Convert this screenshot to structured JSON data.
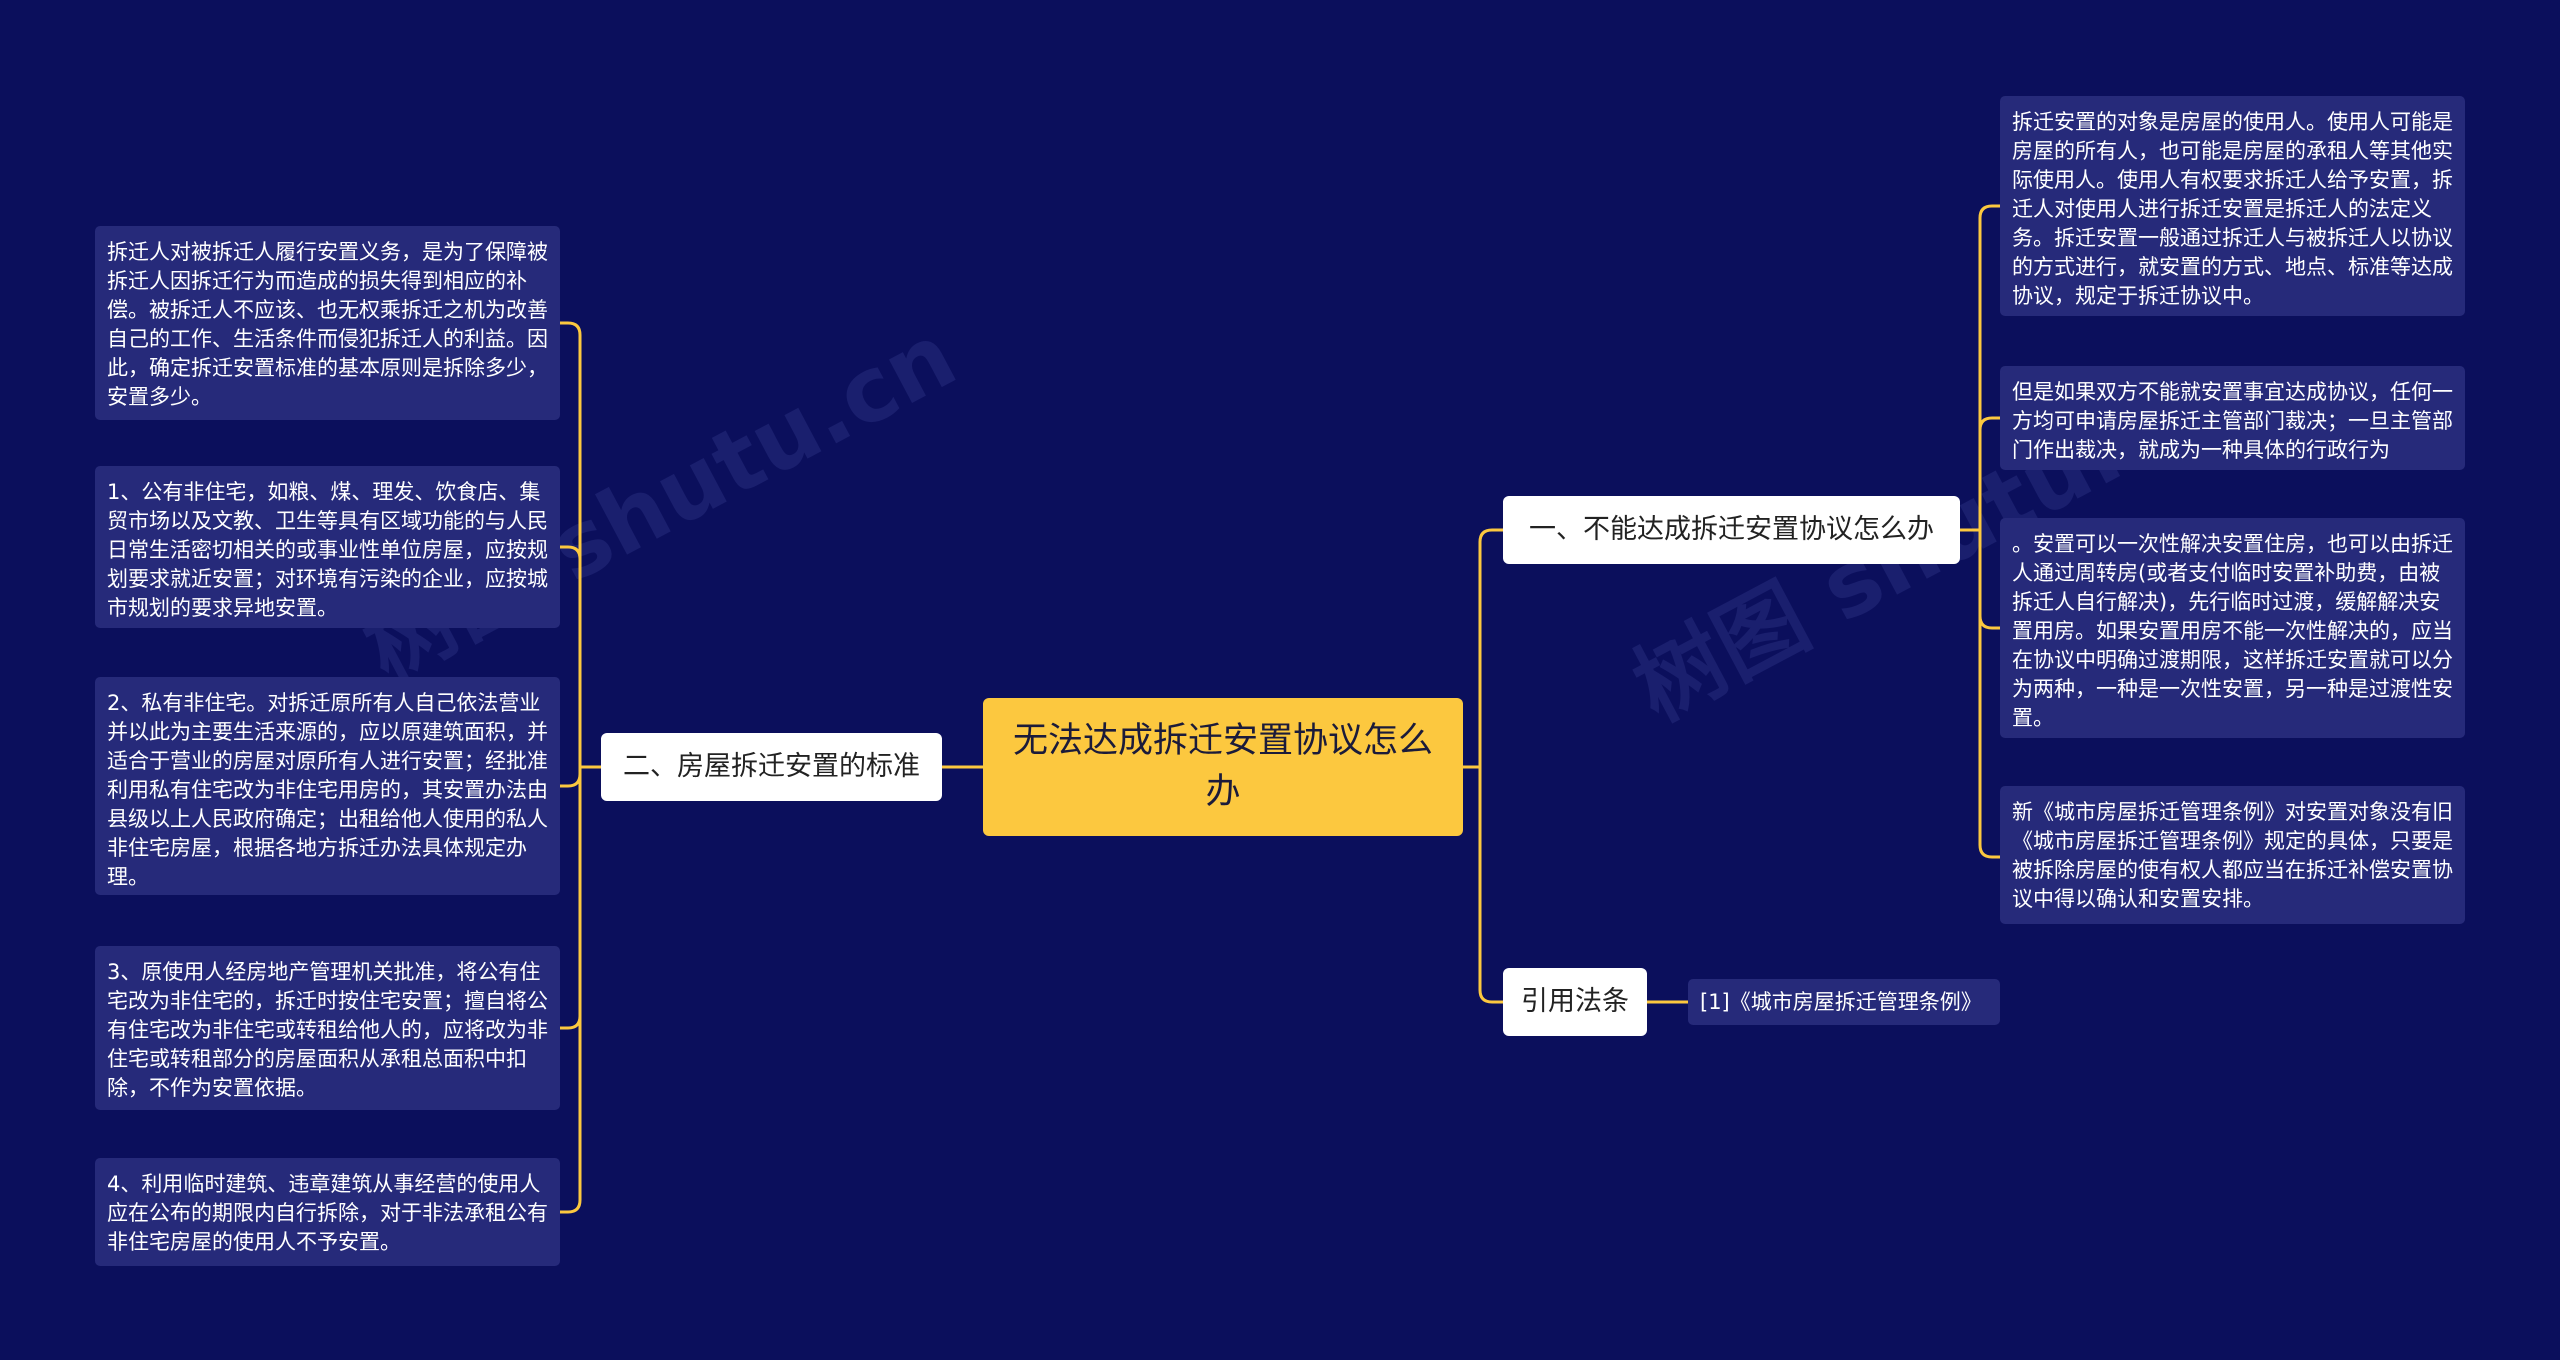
{
  "root": {
    "title": "无法达成拆迁安置协议怎么办"
  },
  "branches": {
    "b1": {
      "label": "一、不能达成拆迁安置协议怎么办"
    },
    "b2": {
      "label": "二、房屋拆迁安置的标准"
    },
    "b3": {
      "label": "引用法条"
    }
  },
  "leaves": {
    "r1": "拆迁安置的对象是房屋的使用人。使用人可能是房屋的所有人，也可能是房屋的承租人等其他实际使用人。使用人有权要求拆迁人给予安置，拆迁人对使用人进行拆迁安置是拆迁人的法定义务。拆迁安置一般通过拆迁人与被拆迁人以协议的方式进行，就安置的方式、地点、标准等达成协议，规定于拆迁协议中。",
    "r2": "但是如果双方不能就安置事宜达成协议，任何一方均可申请房屋拆迁主管部门裁决；一旦主管部门作出裁决，就成为一种具体的行政行为",
    "r3": "。安置可以一次性解决安置住房，也可以由拆迁人通过周转房(或者支付临时安置补助费，由被拆迁人自行解决)，先行临时过渡，缓解解决安置用房。如果安置用房不能一次性解决的，应当在协议中明确过渡期限，这样拆迁安置就可以分为两种，一种是一次性安置，另一种是过渡性安置。",
    "r4": "新《城市房屋拆迁管理条例》对安置对象没有旧《城市房屋拆迁管理条例》规定的具体，只要是被拆除房屋的使有权人都应当在拆迁补偿安置协议中得以确认和安置安排。",
    "r5": "[1]《城市房屋拆迁管理条例》",
    "l1": "拆迁人对被拆迁人履行安置义务，是为了保障被拆迁人因拆迁行为而造成的损失得到相应的补偿。被拆迁人不应该、也无权乘拆迁之机为改善自己的工作、生活条件而侵犯拆迁人的利益。因此，确定拆迁安置标准的基本原则是拆除多少，安置多少。",
    "l2": "1、公有非住宅，如粮、煤、理发、饮食店、集贸市场以及文教、卫生等具有区域功能的与人民日常生活密切相关的或事业性单位房屋，应按规划要求就近安置；对环境有污染的企业，应按城市规划的要求异地安置。",
    "l3": "2、私有非住宅。对拆迁原所有人自己依法营业并以此为主要生活来源的，应以原建筑面积，并适合于营业的房屋对原所有人进行安置；经批准利用私有住宅改为非住宅用房的，其安置办法由县级以上人民政府确定；出租给他人使用的私人非住宅房屋，根据各地方拆迁办法具体规定办理。",
    "l4": "3、原使用人经房地产管理机关批准，将公有住宅改为非住宅的，拆迁时按住宅安置；擅自将公有住宅改为非住宅或转租给他人的，应将改为非住宅或转租部分的房屋面积从承租总面积中扣除，不作为安置依据。",
    "l5": "4、利用临时建筑、违章建筑从事经营的使用人应在公布的期限内自行拆除，对于非法承租公有非住宅房屋的使用人不予安置。"
  },
  "watermarks": [
    "树图 shutu.cn",
    "树图 shutu.cn"
  ],
  "colors": {
    "background": "#0b0f5c",
    "root": "#fcc83f",
    "leaf": "#262a7a",
    "connector": "#fcc83f"
  }
}
